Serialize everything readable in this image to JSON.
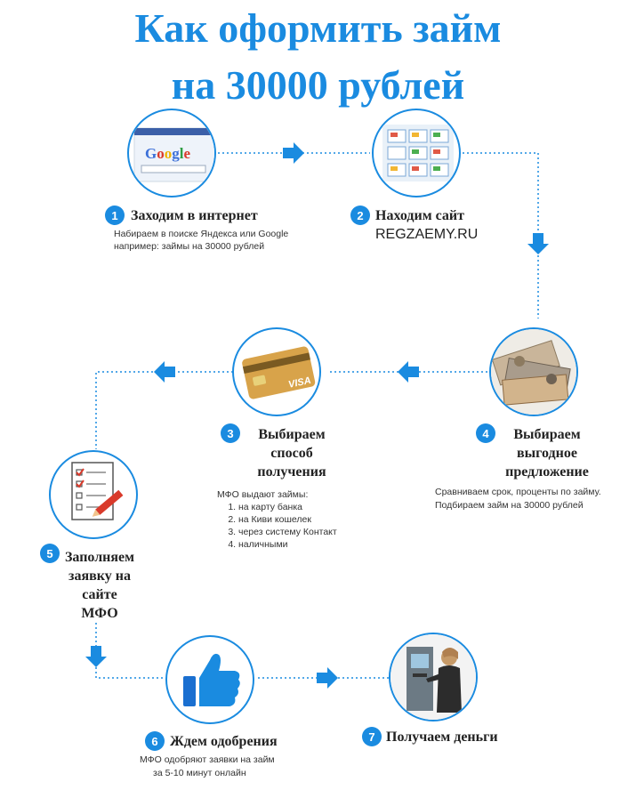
{
  "title": {
    "line1": "Как оформить займ",
    "line2": "на 30000 рублей"
  },
  "accent_color": "#1a8be0",
  "steps": [
    {
      "num": "1",
      "heading": "Заходим в интернет",
      "desc_line1": "Набираем в поиске Яндекса или Google",
      "desc_line2": "например: займы на 30000 рублей",
      "icon": "google-search-icon",
      "logo_text": "Google"
    },
    {
      "num": "2",
      "heading": "Находим сайт",
      "site": "REGZAEMY.RU",
      "icon": "websites-grid-icon"
    },
    {
      "num": "3",
      "heading_l1": "Выбираем",
      "heading_l2": "способ",
      "heading_l3": "получения",
      "icon": "bank-card-icon",
      "card_brand": "VISA",
      "ways_intro": "МФО выдают займы:",
      "ways": [
        "на карту банка",
        "на Киви кошелек",
        "через систему Контакт",
        "наличными"
      ]
    },
    {
      "num": "4",
      "heading_l1": "Выбираем",
      "heading_l2": "выгодное",
      "heading_l3": "предложение",
      "desc_line1": "Сравниваем срок, проценты по займу.",
      "desc_line2": "Подбираем займ на 30000 рублей",
      "icon": "banknotes-icon"
    },
    {
      "num": "5",
      "heading_l1": "Заполняем",
      "heading_l2": "заявку на",
      "heading_l3": "сайте",
      "heading_l4": "МФО",
      "icon": "checklist-icon"
    },
    {
      "num": "6",
      "heading": "Ждем одобрения",
      "desc_line1": "МФО одобряют заявки на займ",
      "desc_line2": "за 5-10 минут онлайн",
      "icon": "thumbs-up-icon"
    },
    {
      "num": "7",
      "heading": "Получаем деньги",
      "icon": "atm-person-icon"
    }
  ]
}
